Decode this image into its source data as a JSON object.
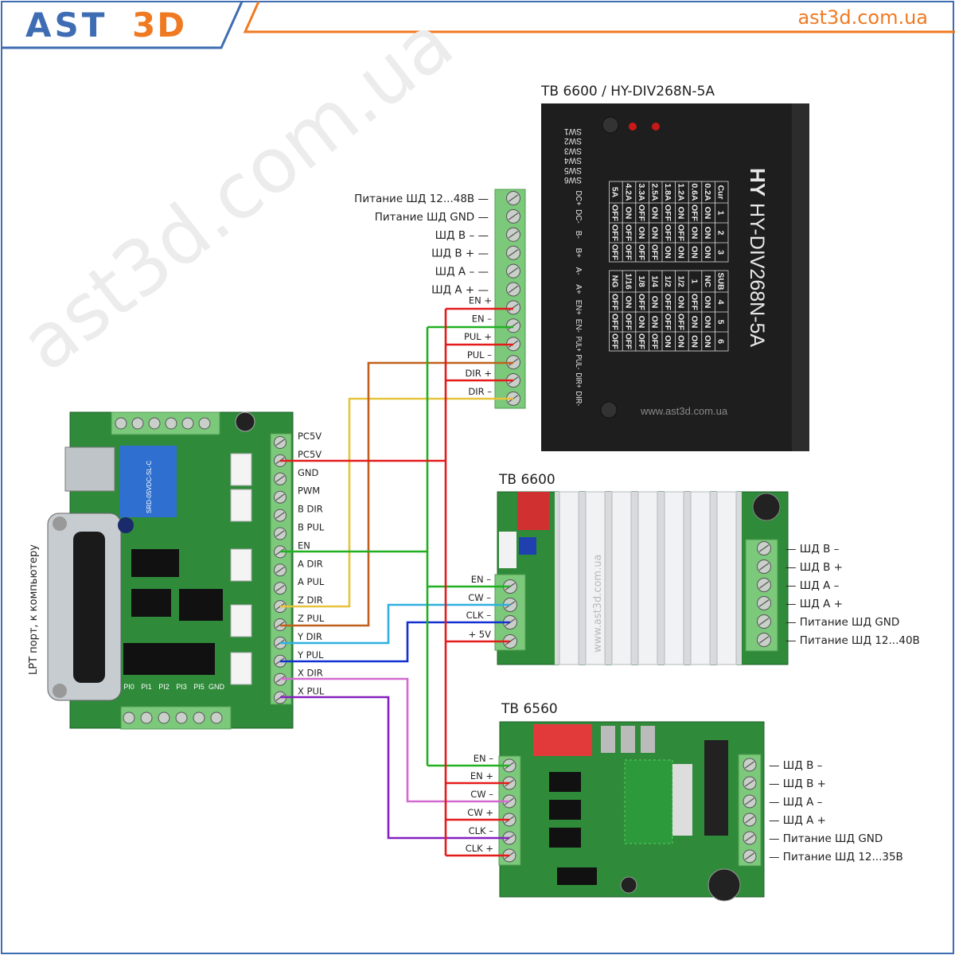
{
  "header": {
    "logo_part1": "AST",
    "logo_part2": "3D",
    "site_url": "ast3d.com.ua",
    "brand_blue": "#3f6db3",
    "brand_orange": "#f07a22"
  },
  "watermark": "ast3d.com.ua",
  "breakout_board": {
    "side_label": "LPT порт, к компьютеру",
    "pins": [
      "PC5V",
      "PC5V",
      "GND",
      "PWM",
      "B DIR",
      "B PUL",
      "EN",
      "A DIR",
      "A PUL",
      "Z DIR",
      "Z PUL",
      "Y DIR",
      "Y PUL",
      "X DIR",
      "X PUL"
    ],
    "bottom_pins": [
      "PI0",
      "PI1",
      "PI2",
      "PI3",
      "PI5",
      "GND"
    ],
    "relay_text": "SRD-05VDC-SL-C"
  },
  "driver_hy": {
    "title": "TB 6600 / HY-DIV268N-5A",
    "model_print": "HY-DIV268N-5A",
    "logo_print": "HY",
    "url_print": "www.ast3d.com.ua",
    "switch_labels": [
      "SW1",
      "SW2",
      "SW3",
      "SW4",
      "SW5",
      "SW6"
    ],
    "terminal_prints": [
      "DC+",
      "DC-",
      "B-",
      "B+",
      "A-",
      "A+",
      "EN+",
      "EN-",
      "PUL+",
      "PUL-",
      "DIR+",
      "DIR-"
    ],
    "power_labels": [
      "Питание ШД 12...48В  —",
      "Питание ШД GND  —",
      "ШД B –  —",
      "ШД B +  —",
      "ШД A –  —",
      "ШД A +  —"
    ],
    "signal_labels": [
      "EN +",
      "EN –",
      "PUL +",
      "PUL –",
      "DIR +",
      "DIR –"
    ],
    "current_table": {
      "header": [
        "Cur",
        "1",
        "2",
        "3"
      ],
      "rows": [
        [
          "0.2A",
          "ON",
          "ON",
          "ON"
        ],
        [
          "0.6A",
          "OFF",
          "ON",
          "ON"
        ],
        [
          "1.2A",
          "ON",
          "OFF",
          "ON"
        ],
        [
          "1.8A",
          "OFF",
          "OFF",
          "ON"
        ],
        [
          "2.5A",
          "ON",
          "ON",
          "OFF"
        ],
        [
          "3.3A",
          "OFF",
          "ON",
          "OFF"
        ],
        [
          "4.2A",
          "ON",
          "OFF",
          "OFF"
        ],
        [
          "5A",
          "OFF",
          "OFF",
          "OFF"
        ]
      ]
    },
    "microstep_table": {
      "header": [
        "SUB",
        "4",
        "5",
        "6"
      ],
      "rows": [
        [
          "NC",
          "ON",
          "ON",
          "ON"
        ],
        [
          "1",
          "OFF",
          "ON",
          "ON"
        ],
        [
          "1/2",
          "ON",
          "OFF",
          "ON"
        ],
        [
          "1/2",
          "OFF",
          "OFF",
          "ON"
        ],
        [
          "1/4",
          "ON",
          "ON",
          "OFF"
        ],
        [
          "1/8",
          "OFF",
          "ON",
          "OFF"
        ],
        [
          "1/16",
          "ON",
          "OFF",
          "OFF"
        ],
        [
          "NG",
          "OFF",
          "OFF",
          "OFF"
        ]
      ]
    }
  },
  "driver_tb6600": {
    "title": "TB 6600",
    "signal_labels": [
      "EN –",
      "CW –",
      "CLK –",
      "+ 5V"
    ],
    "power_labels": [
      "—  ШД B –",
      "—  ШД B +",
      "—  ШД A –",
      "—  ШД A +",
      "—  Питание ШД GND",
      "—  Питание ШД 12...40B"
    ],
    "url_print": "www.ast3d.com.ua"
  },
  "driver_tb6560": {
    "title": "TB 6560",
    "signal_labels": [
      "EN –",
      "EN +",
      "CW –",
      "CW +",
      "CLK –",
      "CLK +"
    ],
    "power_labels": [
      "—  ШД B –",
      "—  ШД B +",
      "—  ШД A –",
      "—  ШД A +",
      "—  Питание ШД GND",
      "—  Питание ШД 12...35B"
    ]
  },
  "wires": [
    {
      "name": "pc5v",
      "color": "#e41b1b"
    },
    {
      "name": "en",
      "color": "#22b022"
    },
    {
      "name": "z-dir",
      "color": "#e8c23a"
    },
    {
      "name": "z-pul",
      "color": "#c0601c"
    },
    {
      "name": "y-dir",
      "color": "#2fb0e0"
    },
    {
      "name": "y-pul",
      "color": "#1230d0"
    },
    {
      "name": "x-dir",
      "color": "#d36ad0"
    },
    {
      "name": "x-pul",
      "color": "#8420c0"
    }
  ]
}
